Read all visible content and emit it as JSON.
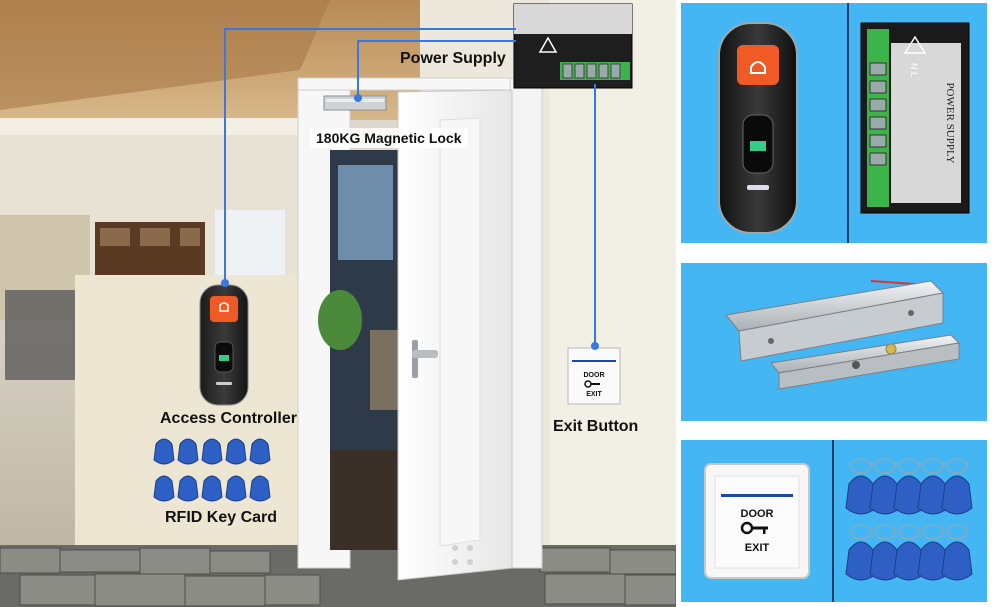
{
  "labels": {
    "power_supply": "Power Supply",
    "magnetic_lock": "180KG Magnetic Lock",
    "access_controller": "Access Controller",
    "exit_button": "Exit Button",
    "rfid_key_card": "RFID Key Card"
  },
  "power_supply_unit": {
    "title": "POWER SUPPLY",
    "terminal_marks": "N L"
  },
  "exit_button_plate": {
    "line1": "DOOR",
    "line2": "EXIT"
  },
  "colors": {
    "wire": "#3a78e0",
    "panel_background": "#44b6f3",
    "reader_button": "#ef5a25",
    "key_fob": "#2d5fc4"
  }
}
